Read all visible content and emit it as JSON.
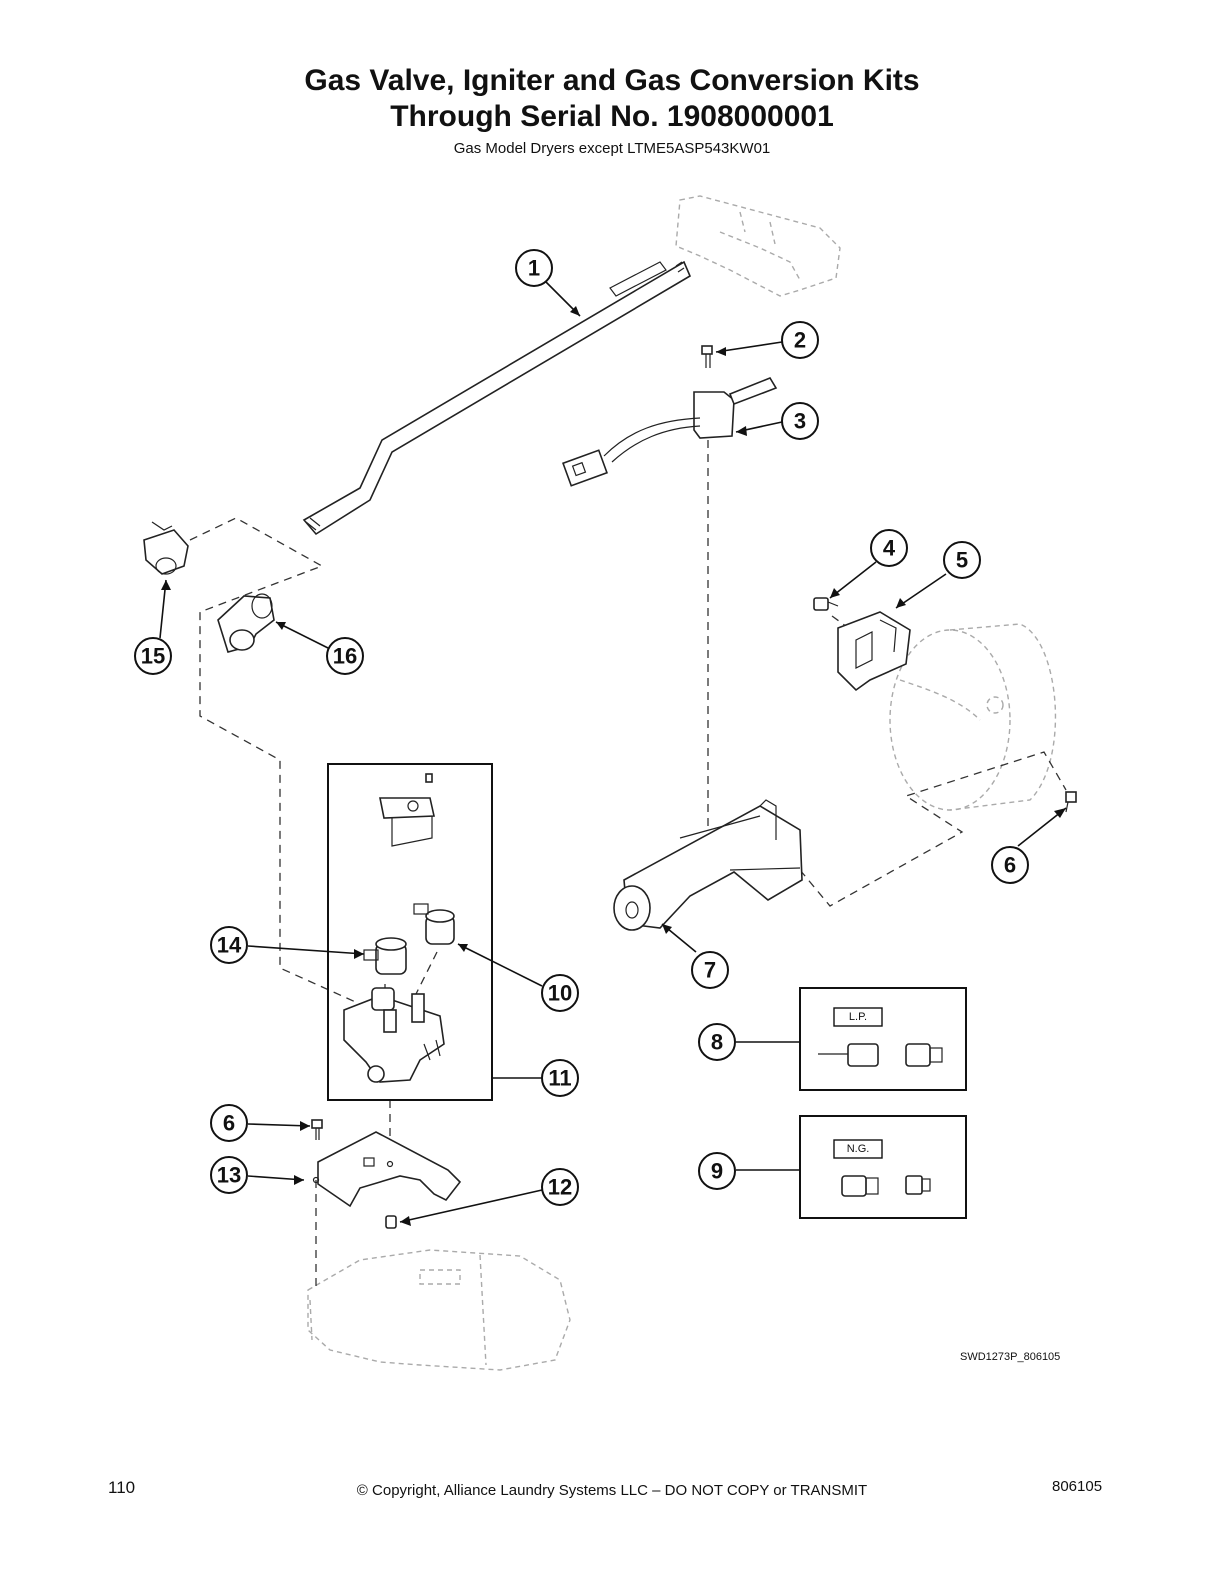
{
  "header": {
    "title_line1": "Gas Valve, Igniter and Gas Conversion Kits",
    "title_line2": "Through Serial No. 1908000001",
    "subtitle": "Gas Model Dryers except LTME5ASP543KW01"
  },
  "callouts": [
    "1",
    "2",
    "3",
    "4",
    "5",
    "6",
    "7",
    "8",
    "9",
    "10",
    "11",
    "12",
    "13",
    "14",
    "15",
    "16"
  ],
  "kits": {
    "lp_label": "L.P.",
    "ng_label": "N.G."
  },
  "drawing_ref": "SWD1273P_806105",
  "footer": {
    "page_number": "110",
    "copyright": "© Copyright, Alliance Laundry Systems LLC – DO NOT COPY or TRANSMIT",
    "doc_number": "806105"
  }
}
